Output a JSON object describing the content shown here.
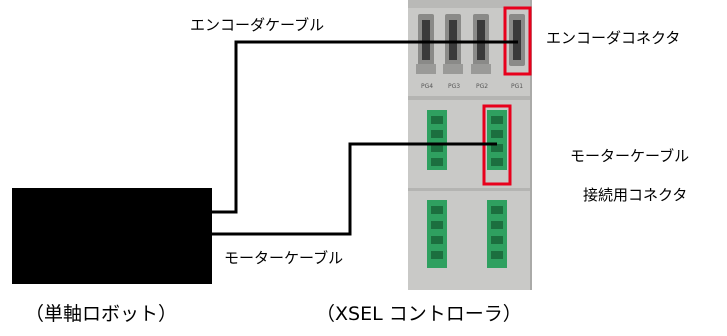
{
  "labels": {
    "encoder_cable": "エンコーダケーブル",
    "encoder_connector": "エンコーダコネクタ",
    "motor_cable_connector_line1": "モーターケーブル",
    "motor_cable_connector_line2": "接続用コネクタ",
    "motor_cable": "モーターケーブル"
  },
  "captions": {
    "robot": "（単軸ロボット）",
    "controller": "（XSEL コントローラ）"
  },
  "port_labels": [
    "PG4",
    "PG3",
    "PG2",
    "PG1"
  ],
  "colors": {
    "cable": "#000000",
    "highlight": "#e8001c",
    "controller_body": "#c7c7c5",
    "connector_green": "#2fa060",
    "robot_body": "#000000"
  }
}
